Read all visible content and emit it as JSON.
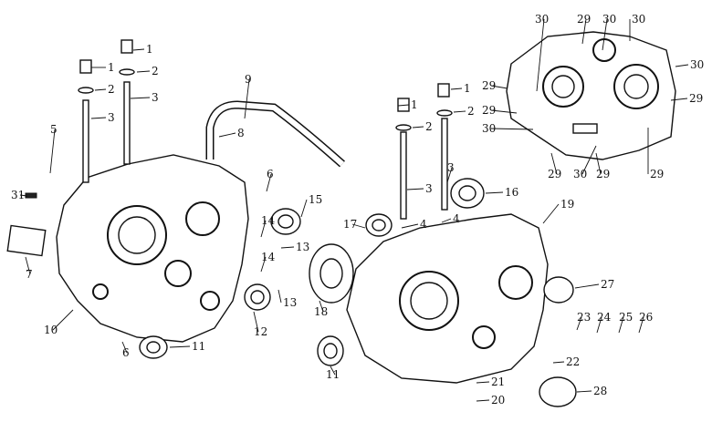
{
  "title": "Crankcase exploded parts diagram",
  "callouts": [
    "1",
    "1",
    "2",
    "2",
    "3",
    "3",
    "9",
    "8",
    "5",
    "31",
    "6",
    "15",
    "14",
    "13",
    "14",
    "13",
    "12",
    "7",
    "10",
    "6",
    "11",
    "1",
    "1",
    "2",
    "2",
    "3",
    "3",
    "4",
    "4",
    "16",
    "17",
    "19",
    "18",
    "11",
    "27",
    "23",
    "24",
    "25",
    "26",
    "22",
    "21",
    "20",
    "28",
    "30",
    "29",
    "30",
    "30",
    "30",
    "29",
    "29",
    "29",
    "30",
    "29",
    "30",
    "29",
    "29"
  ]
}
